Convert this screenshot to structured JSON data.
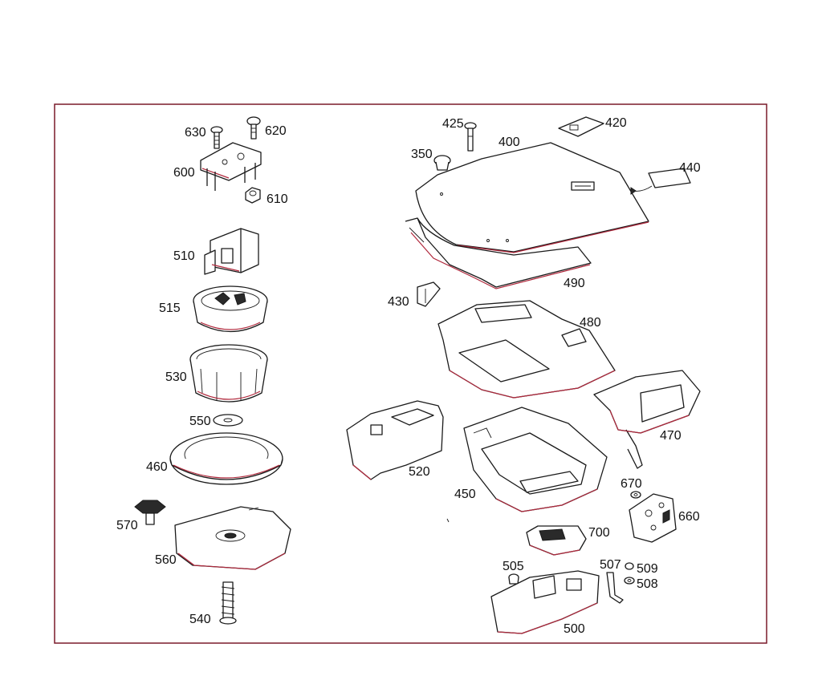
{
  "diagram": {
    "frame_color": "#7a1a2a",
    "accent_color": "#b0283c",
    "labels": {
      "p630": "630",
      "p620": "620",
      "p600": "600",
      "p610": "610",
      "p510": "510",
      "p515": "515",
      "p530": "530",
      "p550": "550",
      "p460": "460",
      "p570": "570",
      "p560": "560",
      "p540": "540",
      "p425": "425",
      "p420": "420",
      "p400": "400",
      "p350": "350",
      "p440": "440",
      "p490": "490",
      "p430": "430",
      "p480": "480",
      "p470": "470",
      "p520": "520",
      "p450": "450",
      "p670": "670",
      "p660": "660",
      "p700": "700",
      "p505": "505",
      "p507": "507",
      "p509": "509",
      "p508": "508",
      "p500": "500"
    }
  }
}
